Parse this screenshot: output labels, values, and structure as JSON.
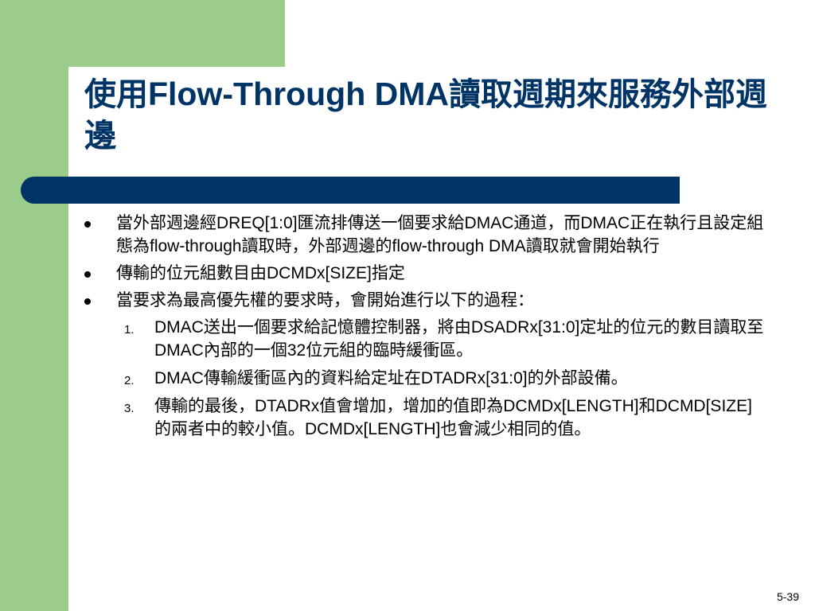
{
  "slide": {
    "title_parts": [
      "使用",
      "Flow-Through DMA",
      "讀取週期來服務外部週邊"
    ],
    "bullets": [
      "當外部週邊經DREQ[1:0]匯流排傳送一個要求給DMAC通道，而DMAC正在執行且設定組態為flow-through讀取時，外部週邊的flow-through DMA讀取就會開始執行",
      "傳輸的位元組數目由DCMDx[SIZE]指定",
      "當要求為最高優先權的要求時，會開始進行以下的過程："
    ],
    "steps": [
      {
        "label": "1.",
        "text": "DMAC送出一個要求給記憶體控制器，將由DSADRx[31:0]定址的位元的數目讀取至DMAC內部的一個32位元組的臨時緩衝區。"
      },
      {
        "label": "2.",
        "text": "DMAC傳輸緩衝區內的資料給定址在DTADRx[31:0]的外部設備。"
      },
      {
        "label": "3.",
        "text": "傳輸的最後，DTADRx值會增加，增加的值即為DCMDx[LENGTH]和DCMD[SIZE]的兩者中的較小值。DCMDx[LENGTH]也會減少相同的值。"
      }
    ],
    "page_number": "5-39"
  },
  "colors": {
    "band_green": "#9ccc8c",
    "title_blue": "#003366",
    "rule_blue": "#003366"
  }
}
